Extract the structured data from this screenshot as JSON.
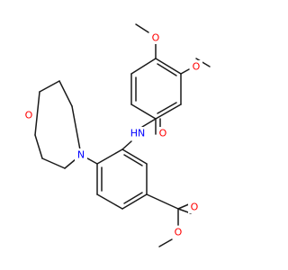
{
  "colors": {
    "bond": "#1a1a1a",
    "oxygen": "#ff0000",
    "nitrogen": "#0000ff",
    "background": "#ffffff"
  },
  "atoms": {
    "o_methoxy_para": "O",
    "o_methoxy_meta": "O",
    "nh_amide": "HN",
    "o_amide": "O",
    "n_morpholine": "N",
    "o_morpholine": "O",
    "o_ester_carbonyl": "O",
    "o_ester_single": "O"
  }
}
